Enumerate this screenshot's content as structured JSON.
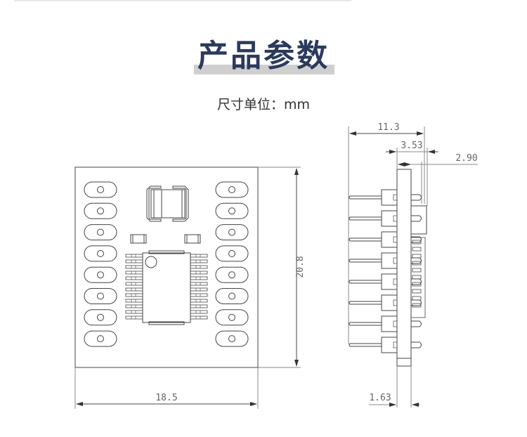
{
  "header": {
    "title": "产品参数",
    "unit_label": "尺寸单位：mm"
  },
  "top_view": {
    "dimensions": {
      "width": "18.5",
      "height": "20.8"
    },
    "pads_per_side": 8,
    "ic_pins_per_side": 12
  },
  "side_view": {
    "dimensions": {
      "overall_depth": "11.3",
      "component_height": "3.53",
      "top_offset": "2.90",
      "board_thickness": "1.63"
    },
    "header_pins": 8
  },
  "colors": {
    "title": "#2b3a5c",
    "title_bar": "#cfcfcf",
    "line": "#444444",
    "dim_text": "#666666"
  }
}
